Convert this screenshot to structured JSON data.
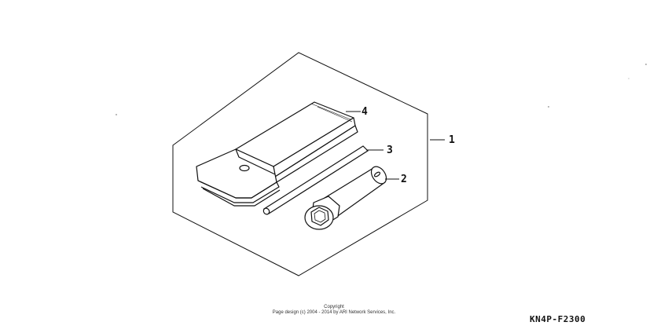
{
  "callouts": {
    "kit": "1",
    "plug_wrench": "2",
    "handle_bar": "3",
    "tool_bag": "4"
  },
  "copyright": {
    "title": "Copyright",
    "line": "Page design (c) 2004 - 2014 by ARI Network Services, Inc."
  },
  "diagram_code": "KN4P-F2300",
  "colors": {
    "line": "#111111",
    "background": "#ffffff"
  }
}
